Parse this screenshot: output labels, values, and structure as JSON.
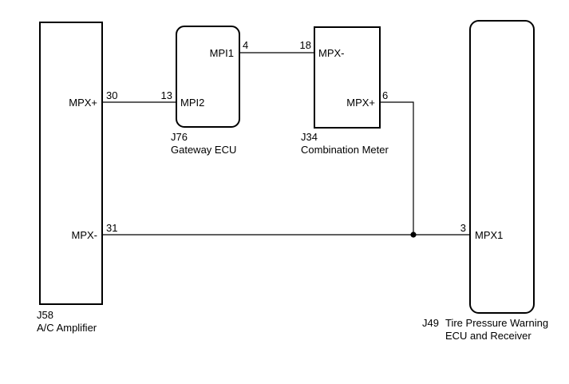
{
  "components": {
    "j58": {
      "id": "J58",
      "name": "A/C Amplifier",
      "pins": {
        "p30": {
          "number": "30",
          "label": "MPX+"
        },
        "p31": {
          "number": "31",
          "label": "MPX-"
        }
      }
    },
    "j76": {
      "id": "J76",
      "name": "Gateway ECU",
      "pins": {
        "p4": {
          "number": "4",
          "label": "MPI1"
        },
        "p13": {
          "number": "13",
          "label": "MPI2"
        }
      }
    },
    "j34": {
      "id": "J34",
      "name": "Combination Meter",
      "pins": {
        "p18": {
          "number": "18",
          "label": "MPX-"
        },
        "p6": {
          "number": "6",
          "label": "MPX+"
        }
      }
    },
    "j49": {
      "id": "J49",
      "name_line1": "Tire Pressure Warning",
      "name_line2": "ECU and Receiver",
      "pins": {
        "p3": {
          "number": "3",
          "label": "MPX1"
        }
      }
    }
  }
}
